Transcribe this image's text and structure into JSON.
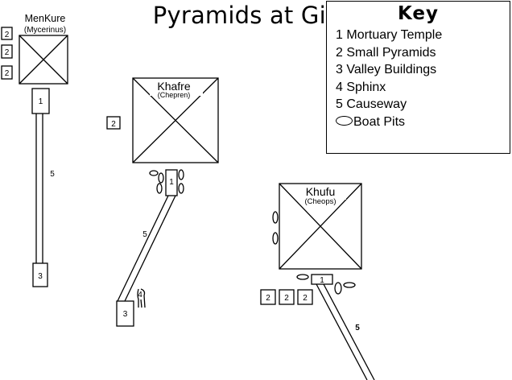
{
  "title": "Pyramids at Giza",
  "key": {
    "title": "Key",
    "items": [
      {
        "number": "1",
        "label": "Mortuary Temple"
      },
      {
        "number": "2",
        "label": "Small Pyramids"
      },
      {
        "number": "3",
        "label": "Valley Buildings"
      },
      {
        "number": "4",
        "label": "Sphinx"
      },
      {
        "number": "5",
        "label": "Causeway"
      },
      {
        "number": "",
        "label": "Boat Pits",
        "icon": "oval-icon"
      }
    ]
  },
  "pyramids": {
    "menkure": {
      "name": "MenKure",
      "alt_name": "(Mycerinus)"
    },
    "khafre": {
      "name": "Khafre",
      "alt_name": "(Chepren)"
    },
    "khufu": {
      "name": "Khufu",
      "alt_name": "(Cheops)"
    }
  },
  "markers": {
    "mortuary_temple": "1",
    "small_pyramid": "2",
    "valley_building": "3",
    "sphinx": "4",
    "causeway": "5"
  }
}
